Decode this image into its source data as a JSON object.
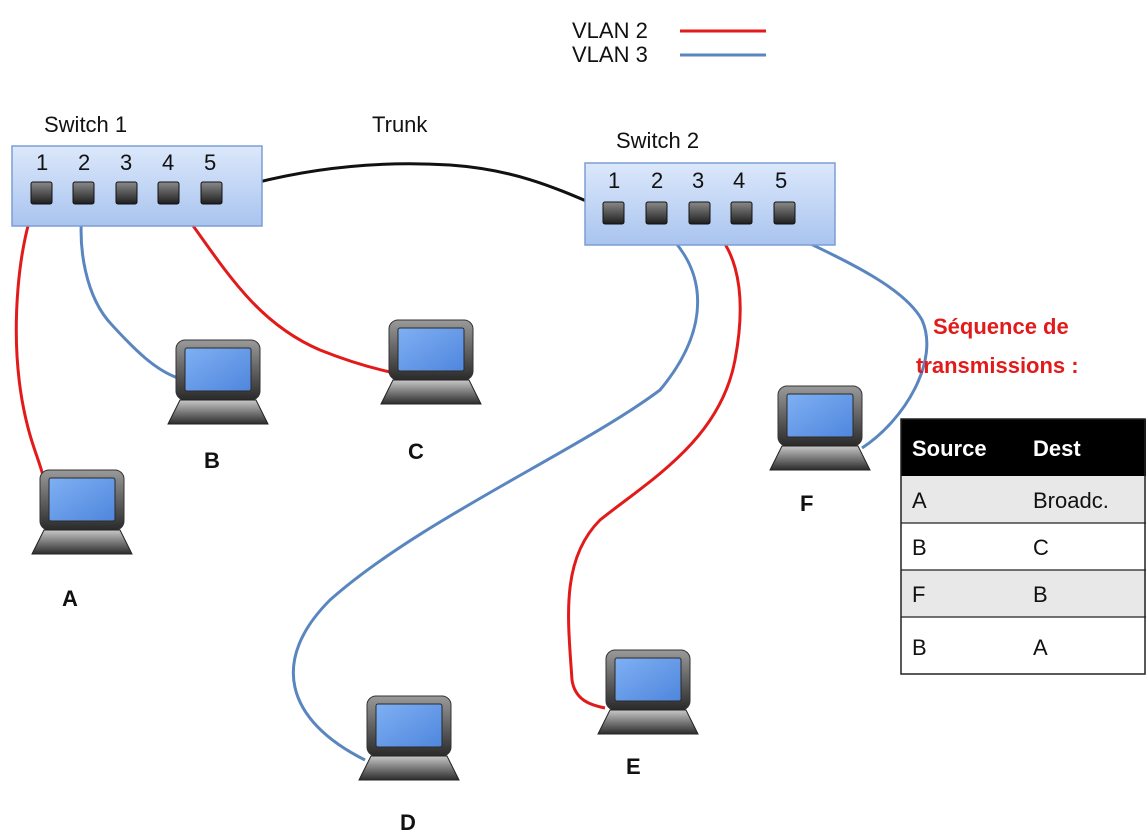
{
  "legend": {
    "items": [
      {
        "label": "VLAN 2",
        "color": "#e21a1a"
      },
      {
        "label": "VLAN 3",
        "color": "#5a86c0"
      }
    ]
  },
  "switch1": {
    "label": "Switch 1",
    "ports": [
      "1",
      "2",
      "3",
      "4",
      "5"
    ]
  },
  "switch2": {
    "label": "Switch 2",
    "ports": [
      "1",
      "2",
      "3",
      "4",
      "5"
    ]
  },
  "trunk": {
    "label": "Trunk",
    "color": "#111111"
  },
  "computers": [
    {
      "id": "A",
      "label": "A"
    },
    {
      "id": "B",
      "label": "B"
    },
    {
      "id": "C",
      "label": "C"
    },
    {
      "id": "D",
      "label": "D"
    },
    {
      "id": "E",
      "label": "E"
    },
    {
      "id": "F",
      "label": "F"
    }
  ],
  "sequence": {
    "title_line1": "Séquence de",
    "title_line2": "transmissions :",
    "title_color": "#e21a1a",
    "headers": [
      "Source",
      "Dest"
    ],
    "rows": [
      [
        "A",
        "Broadc."
      ],
      [
        "B",
        "C"
      ],
      [
        "F",
        "B"
      ],
      [
        "B",
        "A"
      ]
    ]
  }
}
